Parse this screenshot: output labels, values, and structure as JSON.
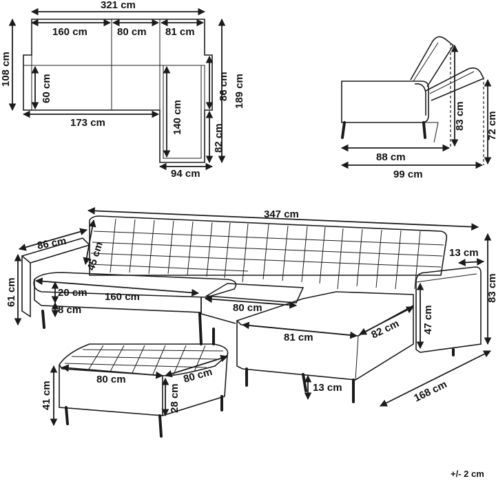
{
  "top_plan": {
    "width_total": "321 cm",
    "seg_1": "160 cm",
    "seg_2": "80 cm",
    "seg_3": "81 cm",
    "depth_left": "108 cm",
    "seat_depth": "60 cm",
    "bottom_width": "173 cm",
    "chaise_length": "140 cm",
    "chaise_width": "94 cm",
    "right_short": "86 cm",
    "right_lower": "82 cm",
    "right_total": "189 cm"
  },
  "side_view": {
    "seat_width": "88 cm",
    "total_width": "99 cm",
    "recline_height": "83 cm",
    "height": "72 cm"
  },
  "perspective": {
    "total_length": "347 cm",
    "depth": "86 cm",
    "back_height": "45 cm",
    "height_left": "61 cm",
    "seat_thickness": "20 cm",
    "leg_height": "8 cm",
    "seat_1": "160 cm",
    "seat_2": "80 cm",
    "chaise_front": "81 cm",
    "chaise_side": "82 cm",
    "arm_width": "13 cm",
    "arm_height": "47 cm",
    "total_height": "83 cm",
    "chaise_leg": "13 cm",
    "overall_depth": "168 cm"
  },
  "ottoman": {
    "width": "80 cm",
    "depth": "80 cm",
    "height": "41 cm",
    "body_height": "28 cm"
  },
  "tolerance": "+/- 2 cm"
}
